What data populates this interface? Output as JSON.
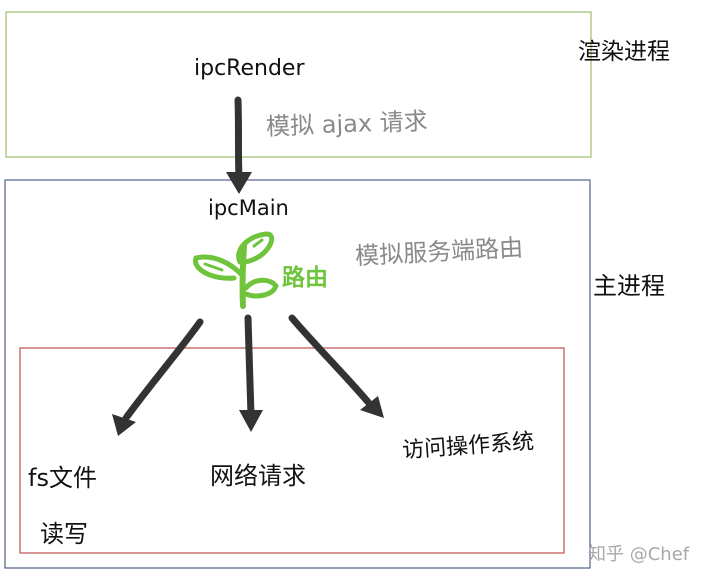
{
  "render_process": {
    "title": "渲染进程",
    "node": "ipcRender",
    "note": "模拟 ajax 请求"
  },
  "main_process": {
    "title": "主进程",
    "node": "ipcMain",
    "router_label": "路由",
    "router_note": "模拟服务端路由"
  },
  "targets": [
    {
      "label_line1": "fs文件",
      "label_line2": "读写"
    },
    {
      "label_line1": "网络请求",
      "label_line2": ""
    },
    {
      "label_line1": "访问操作系统",
      "label_line2": ""
    }
  ],
  "colors": {
    "render_box": "#9bbd6c",
    "main_box": "#4f6088",
    "inner_box": "#c0504d",
    "router_green": "#6fc43c",
    "arrow": "#333333"
  },
  "icons": [
    "router-sprout-icon"
  ],
  "watermark": "知乎 @Chef"
}
